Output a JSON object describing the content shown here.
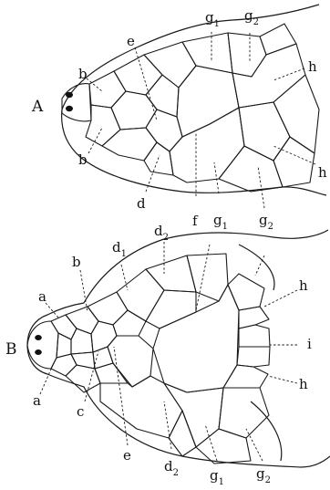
{
  "figures": [
    {
      "id": "A",
      "label": "A",
      "labels": {
        "b_upper": "b",
        "b_lower": "b",
        "e": "e",
        "d": "d",
        "f": "f",
        "g1_top": "g",
        "g1_top_sub": "1",
        "g2_top": "g",
        "g2_top_sub": "2",
        "h_top": "h",
        "h_right": "h",
        "g1_bottom": "g",
        "g1_bottom_sub": "1",
        "g2_bottom": "g",
        "g2_bottom_sub": "2"
      }
    },
    {
      "id": "B",
      "label": "B",
      "labels": {
        "a_upper": "a",
        "a_lower": "a",
        "b": "b",
        "c": "c",
        "d1": "d",
        "d1_sub": "1",
        "d2_top": "d",
        "d2_top_sub": "2",
        "d2_bottom": "d",
        "d2_bottom_sub": "2",
        "e": "e",
        "g1": "g",
        "g1_sub": "1",
        "g2": "g",
        "g2_sub": "2",
        "h_top": "h",
        "h_bottom": "h",
        "i": "i"
      }
    }
  ]
}
